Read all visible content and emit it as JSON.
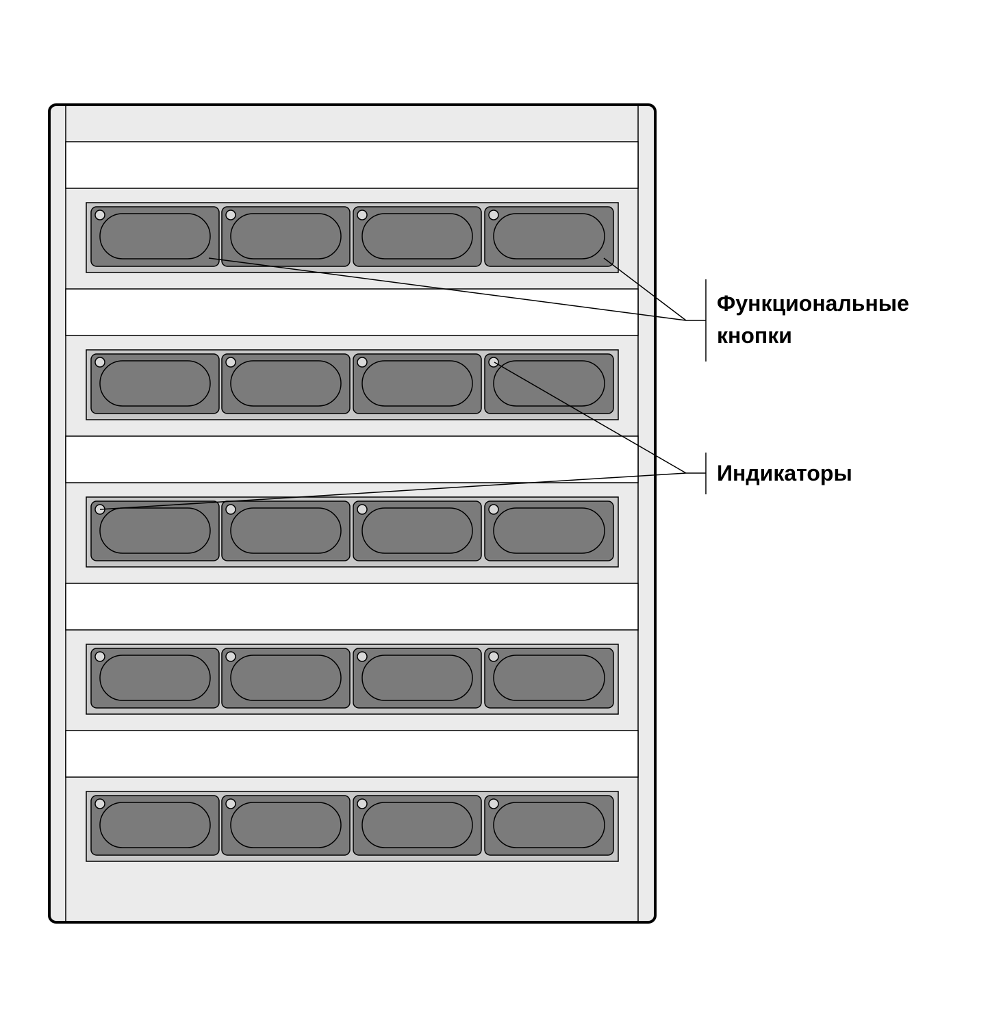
{
  "labels": {
    "function_buttons_line1": "Функциональные",
    "function_buttons_line2": "кнопки",
    "indicators": "Индикаторы"
  },
  "colors": {
    "outline": "#000000",
    "panel_gray": "#ebebeb",
    "strip_white": "#ffffff",
    "module_plate": "#c8c8c8",
    "button_body": "#7b7b7b",
    "indicator_fill": "#d9d9d9"
  },
  "structure": {
    "row_count": 5,
    "buttons_per_row": 4
  }
}
